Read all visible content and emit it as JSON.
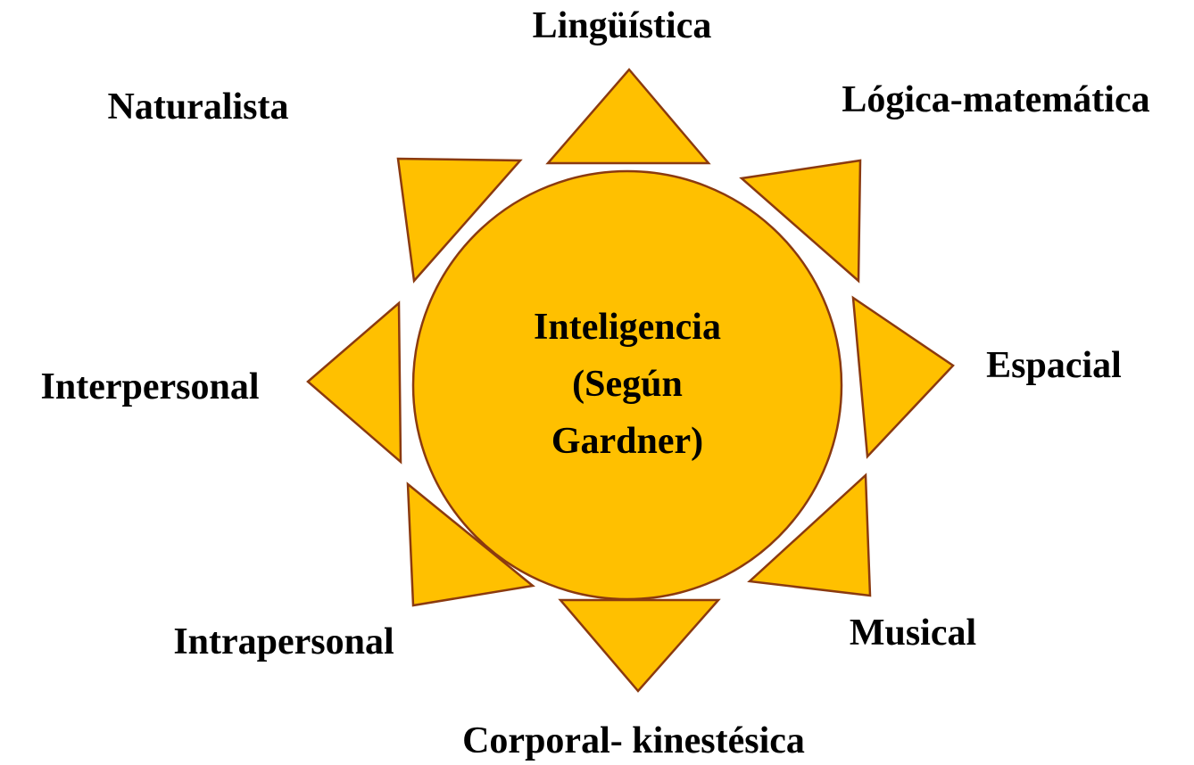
{
  "colors": {
    "fill": "#FFC000",
    "stroke": "#8B3A0F",
    "text": "#000000"
  },
  "center": {
    "line1": "Inteligencia",
    "line2": "(Según",
    "line3": "Gardner)"
  },
  "intelligences": [
    {
      "id": "linguistica",
      "label": "Lingüística"
    },
    {
      "id": "logica",
      "label": "Lógica-matemática"
    },
    {
      "id": "espacial",
      "label": "Espacial"
    },
    {
      "id": "musical",
      "label": "Musical"
    },
    {
      "id": "corporal",
      "label": "Corporal- kinestésica"
    },
    {
      "id": "intrapersonal",
      "label": "Intrapersonal"
    },
    {
      "id": "interpersonal",
      "label": "Interpersonal"
    },
    {
      "id": "naturalista",
      "label": "Naturalista"
    }
  ]
}
